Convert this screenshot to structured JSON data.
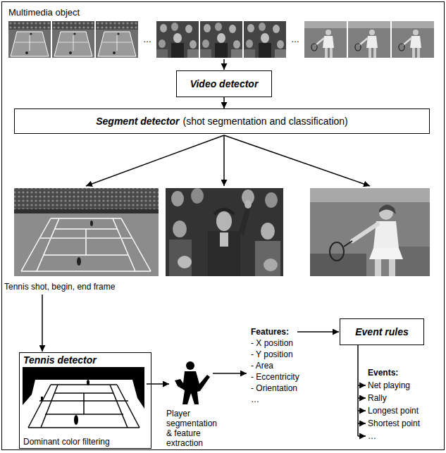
{
  "diagram": {
    "nodes": [
      {
        "text": [
          "Multimedia object"
        ]
      },
      {
        "text": [
          "Video detector"
        ],
        "in": 0
      },
      {
        "text": [
          "Segment detector",
          "(shot segmentation and classification)"
        ],
        "in": 0
      },
      {
        "text": [
          "Tennis detector",
          "Dominant color filtering"
        ],
        "in": 0
      },
      {
        "text": [
          "Event rules"
        ],
        "in": 0
      }
    ],
    "edges": [
      {
        "from": 1,
        "to": 2,
        "arrow": "to"
      }
    ],
    "labels": [
      "…",
      "…",
      "Tennis shot, begin, end frame",
      "Player segmentation & feature extraction",
      "Features:",
      "- X position",
      "- Y position",
      "- Area",
      "- Eccentricity",
      "- Orientation",
      "…",
      "Events:",
      "Net playing",
      "Rally",
      "Longest point",
      "Shortest point",
      "…"
    ]
  }
}
